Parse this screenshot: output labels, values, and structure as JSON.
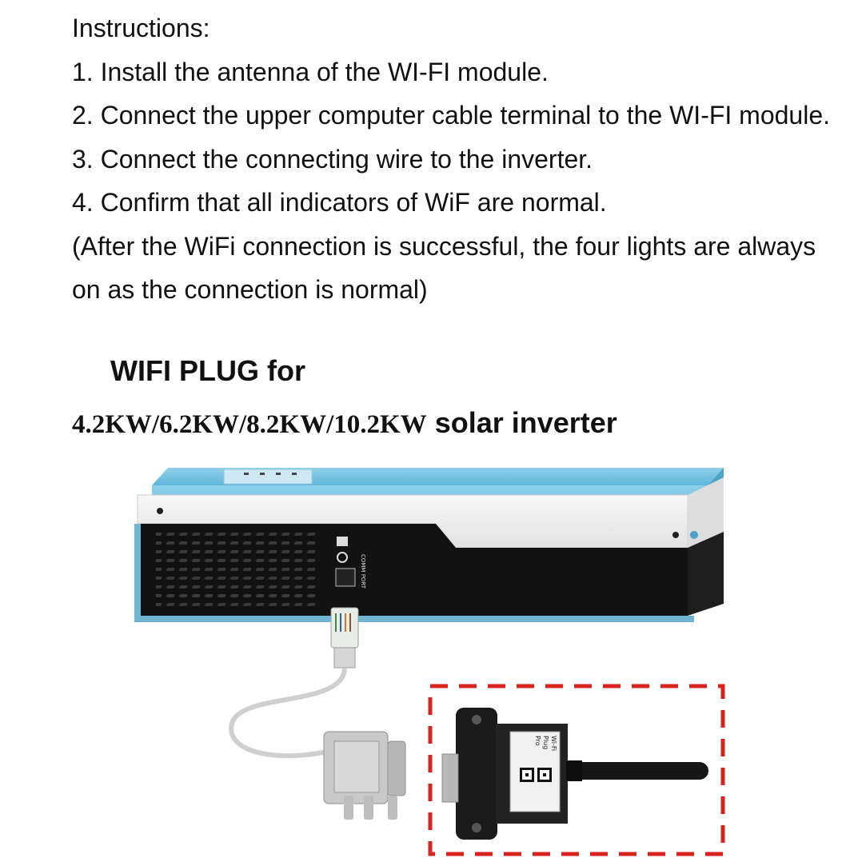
{
  "instructions": {
    "heading": "Instructions:",
    "steps": [
      "1. Install the antenna of the WI-FI module.",
      "2. Connect the upper computer cable terminal to the WI-FI module.",
      "3. Connect the connecting wire to the inverter.",
      "4. Confirm that all indicators of WiF are normal.",
      "(After the WiFi connection is successful, the four lights are always on as the connection is normal)"
    ]
  },
  "headline": {
    "line1": "WIFI PLUG for",
    "models": "4.2KW/6.2KW/8.2KW/10.2KW",
    "suffix": " solar inverter"
  },
  "product": {
    "comm_port_label": "COMM PORT",
    "module_label_1": "Wi-Fi",
    "module_label_2": "Plug",
    "module_label_3": "Pro",
    "highlight_color": "#d9231f",
    "inverter_accent_color": "#5fb6d9"
  }
}
